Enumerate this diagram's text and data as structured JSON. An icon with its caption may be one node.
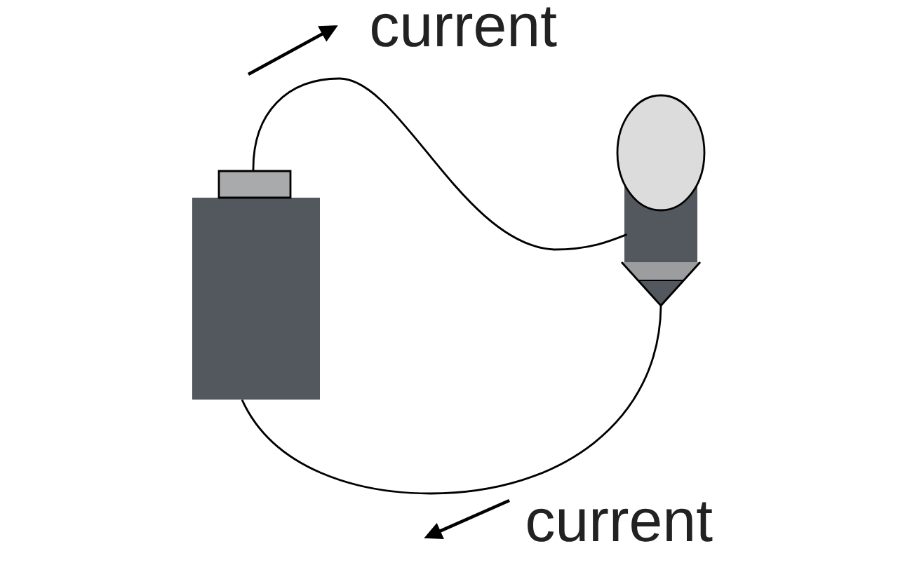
{
  "diagram": {
    "nodes": [
      {
        "text": [],
        "shape": "battery"
      },
      {
        "text": [],
        "shape": "bulb"
      }
    ],
    "edges": [
      {
        "from": 0,
        "to": 1,
        "arrow": "none"
      },
      {
        "from": 0,
        "to": 1,
        "arrow": "none"
      }
    ],
    "labels": [
      "current",
      "current"
    ]
  }
}
